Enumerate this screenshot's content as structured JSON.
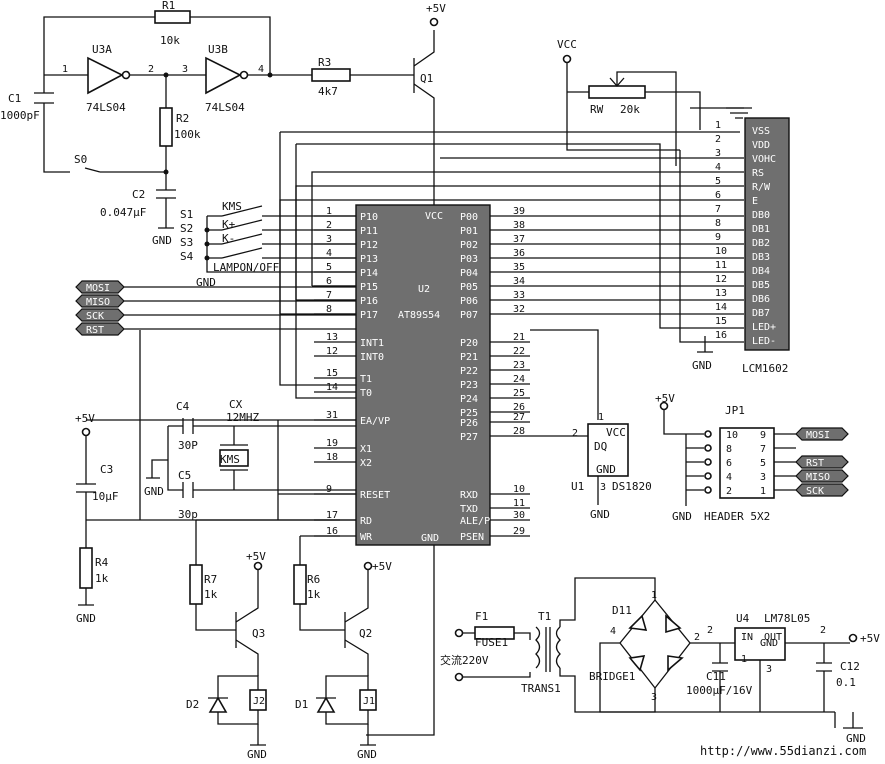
{
  "power": {
    "vcc": "+5V",
    "vcc2": "VCC",
    "gnd": "GND"
  },
  "osc": {
    "r1": "R1",
    "r1v": "10k",
    "u3a": "U3A",
    "u3b": "U3B",
    "chip": "74LS04",
    "c1": "C1",
    "c1v": "1000pF",
    "r2": "R2",
    "r2v": "100k",
    "c2": "C2",
    "c2v": "0.047μF",
    "s0": "S0",
    "r3": "R3",
    "r3v": "4k7",
    "q1": "Q1",
    "pin1": "1",
    "pin2": "2",
    "pin3": "3",
    "pin4": "4"
  },
  "keys": {
    "s1": "S1",
    "s2": "S2",
    "s3": "S3",
    "s4": "S4",
    "kms": "KMS",
    "kp": "K+",
    "km": "K-",
    "lamp": "LAMPON/OFF"
  },
  "mcu": {
    "name": "U2",
    "part": "AT89S54",
    "left_pins": [
      {
        "n": "1",
        "l": "P10"
      },
      {
        "n": "2",
        "l": "P11"
      },
      {
        "n": "3",
        "l": "P12"
      },
      {
        "n": "4",
        "l": "P13"
      },
      {
        "n": "5",
        "l": "P14"
      },
      {
        "n": "6",
        "l": "P15"
      },
      {
        "n": "7",
        "l": "P16"
      },
      {
        "n": "8",
        "l": "P17"
      },
      {
        "n": "13",
        "l": "INT1"
      },
      {
        "n": "12",
        "l": "INT0"
      },
      {
        "n": "15",
        "l": "T1"
      },
      {
        "n": "14",
        "l": "T0"
      },
      {
        "n": "31",
        "l": "EA/VP"
      },
      {
        "n": "19",
        "l": "X1"
      },
      {
        "n": "18",
        "l": "X2"
      },
      {
        "n": "9",
        "l": "RESET"
      },
      {
        "n": "17",
        "l": "RD"
      },
      {
        "n": "16",
        "l": "WR"
      }
    ],
    "right_pins": [
      {
        "n": "39",
        "l": "P00"
      },
      {
        "n": "38",
        "l": "P01"
      },
      {
        "n": "37",
        "l": "P02"
      },
      {
        "n": "36",
        "l": "P03"
      },
      {
        "n": "35",
        "l": "P04"
      },
      {
        "n": "34",
        "l": "P05"
      },
      {
        "n": "33",
        "l": "P06"
      },
      {
        "n": "32",
        "l": "P07"
      },
      {
        "n": "21",
        "l": "P20"
      },
      {
        "n": "22",
        "l": "P21"
      },
      {
        "n": "23",
        "l": "P22"
      },
      {
        "n": "24",
        "l": "P23"
      },
      {
        "n": "25",
        "l": "P24"
      },
      {
        "n": "26",
        "l": "P25"
      },
      {
        "n": "27",
        "l": "P26"
      },
      {
        "n": "28",
        "l": "P27"
      },
      {
        "n": "10",
        "l": "RXD"
      },
      {
        "n": "11",
        "l": "TXD"
      },
      {
        "n": "30",
        "l": "ALE/P"
      },
      {
        "n": "29",
        "l": "PSEN"
      }
    ],
    "vcc": "VCC",
    "gnd": "GND"
  },
  "lcd": {
    "name": "LCM1602",
    "rw": "RW",
    "rwv": "20k",
    "pins": [
      {
        "n": "1",
        "l": "VSS"
      },
      {
        "n": "2",
        "l": "VDD"
      },
      {
        "n": "3",
        "l": "VOHC"
      },
      {
        "n": "4",
        "l": "RS"
      },
      {
        "n": "5",
        "l": "R/W"
      },
      {
        "n": "6",
        "l": "E"
      },
      {
        "n": "7",
        "l": "DB0"
      },
      {
        "n": "8",
        "l": "DB1"
      },
      {
        "n": "9",
        "l": "DB2"
      },
      {
        "n": "10",
        "l": "DB3"
      },
      {
        "n": "11",
        "l": "DB4"
      },
      {
        "n": "12",
        "l": "DB5"
      },
      {
        "n": "13",
        "l": "DB6"
      },
      {
        "n": "14",
        "l": "DB7"
      },
      {
        "n": "15",
        "l": "LED+"
      },
      {
        "n": "16",
        "l": "LED-"
      }
    ]
  },
  "isp": {
    "tags": [
      "MOSI",
      "MISO",
      "SCK",
      "RST"
    ],
    "name": "JP1",
    "header": "HEADER 5X2",
    "left": [
      "10",
      "8",
      "6",
      "4",
      "2"
    ],
    "right": [
      "9",
      "7",
      "5",
      "3",
      "1"
    ],
    "rtags": [
      "MOSI",
      "RST",
      "MISO",
      "SCK"
    ]
  },
  "xtal": {
    "c4": "C4",
    "c4v": "30P",
    "c5": "C5",
    "c5v": "30p",
    "cx": "CX",
    "cxv": "12MHZ",
    "kms": "KMS"
  },
  "reset": {
    "c3": "C3",
    "c3v": "10μF",
    "r4": "R4",
    "r4v": "1k"
  },
  "ds": {
    "name": "U1",
    "part": "DS1820",
    "vcc": "VCC",
    "dq": "DQ",
    "gnd": "GND",
    "p1": "1",
    "p2": "2",
    "p3": "3"
  },
  "drivers": {
    "r7": "R7",
    "r7v": "1k",
    "r6": "R6",
    "r6v": "1k",
    "q3": "Q3",
    "q2": "Q2",
    "d2": "D2",
    "d1": "D1",
    "j2": "J2",
    "j1": "J1"
  },
  "psu": {
    "f1": "F1",
    "fuse": "FUSE1",
    "t1": "T1",
    "trans": "TRANS1",
    "ac": "交流220V",
    "d11": "D11",
    "bridge": "BRIDGE1",
    "p1": "1",
    "p2": "2",
    "p3": "3",
    "p4": "4",
    "c11": "C11",
    "c11v": "1000μF/16V",
    "u4": "U4",
    "reg": "LM78L05",
    "in": "IN",
    "out": "OUT",
    "gnd": "GND",
    "rp1": "1",
    "rp2": "2",
    "rp3": "3",
    "c12": "C12",
    "c12v": "0.1",
    "plus": "+"
  },
  "watermark": "http://www.55dianzi.com"
}
